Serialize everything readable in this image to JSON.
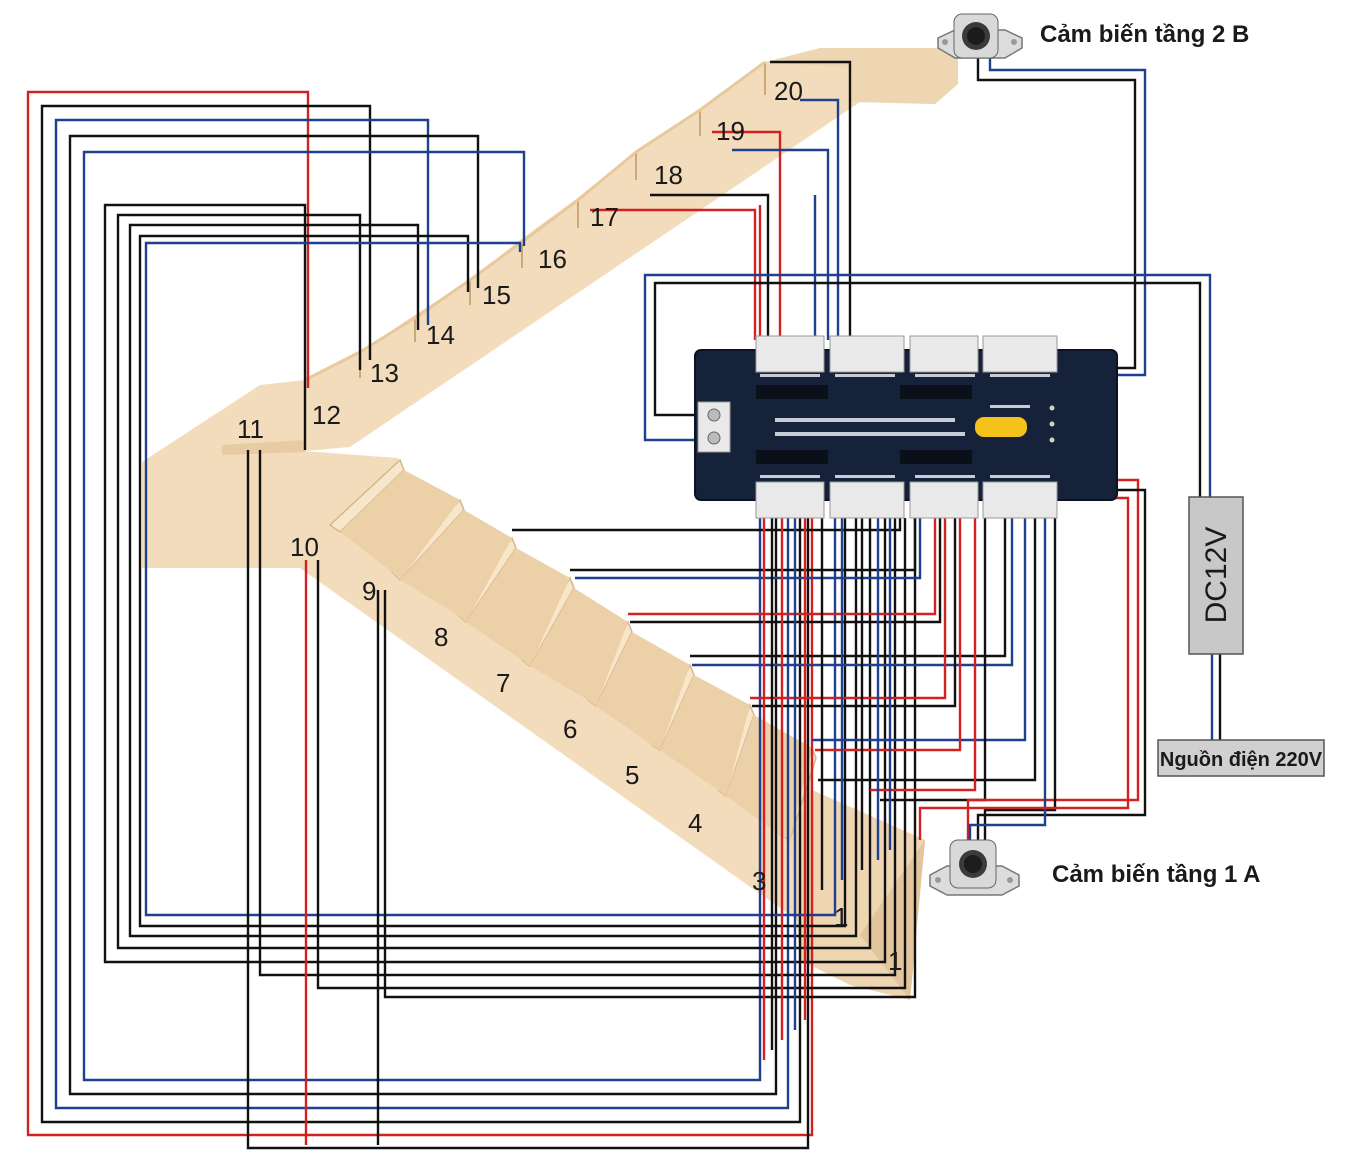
{
  "colors": {
    "wire_red": "#d32020",
    "wire_blue": "#1f3f8f",
    "wire_black": "#111111",
    "stair_wood": "#f3dcbc",
    "stair_shadow": "#e2c59c",
    "board": "#15223a",
    "power_box": "#c8c8c8"
  },
  "steps": [
    {
      "number": "1"
    },
    {
      "number": "1"
    },
    {
      "number": "3"
    },
    {
      "number": "4"
    },
    {
      "number": "5"
    },
    {
      "number": "6"
    },
    {
      "number": "7"
    },
    {
      "number": "8"
    },
    {
      "number": "9"
    },
    {
      "number": "10"
    },
    {
      "number": "11"
    },
    {
      "number": "12"
    },
    {
      "number": "13"
    },
    {
      "number": "14"
    },
    {
      "number": "15"
    },
    {
      "number": "16"
    },
    {
      "number": "17"
    },
    {
      "number": "18"
    },
    {
      "number": "19"
    },
    {
      "number": "20"
    }
  ],
  "sensors": {
    "top": {
      "label": "Cảm biến tầng 2 B",
      "icon": "motion-sensor-icon"
    },
    "bottom": {
      "label": "Cảm biến tầng 1 A",
      "icon": "motion-sensor-icon"
    }
  },
  "power": {
    "dc_label": "DC12V",
    "mains_label": "Nguồn điện 220V"
  },
  "controller": {
    "icon": "controller-board-icon"
  }
}
